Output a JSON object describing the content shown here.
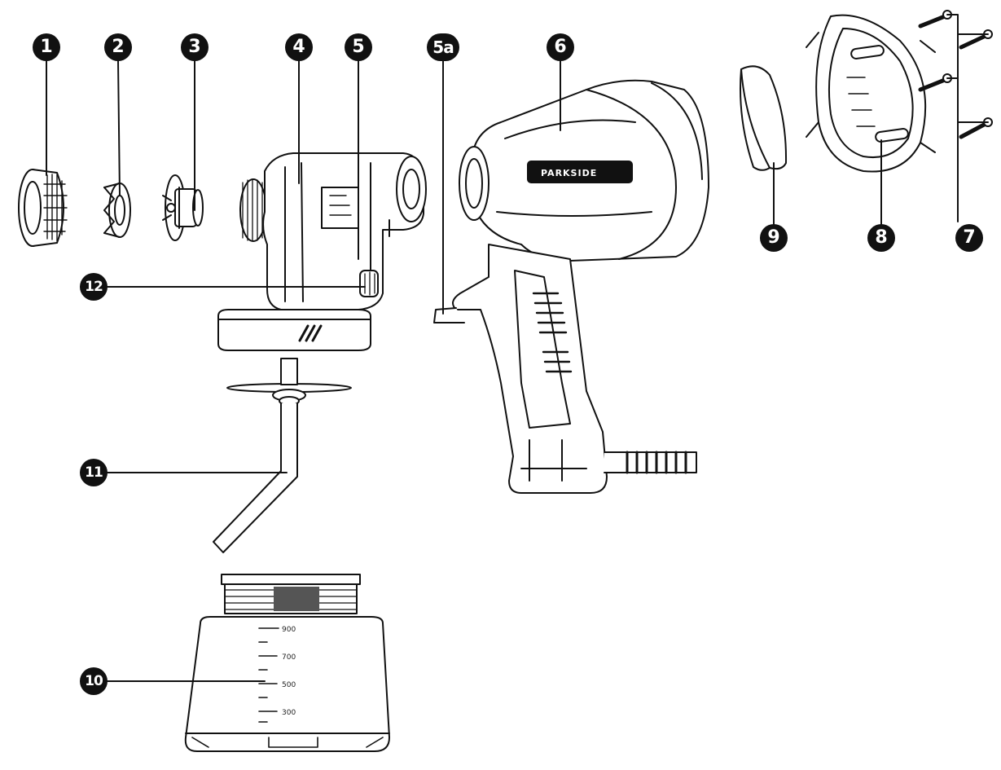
{
  "callouts": [
    {
      "id": "1",
      "label": "1"
    },
    {
      "id": "2",
      "label": "2"
    },
    {
      "id": "3",
      "label": "3"
    },
    {
      "id": "4",
      "label": "4"
    },
    {
      "id": "5",
      "label": "5"
    },
    {
      "id": "5a",
      "label": "5a"
    },
    {
      "id": "6",
      "label": "6"
    },
    {
      "id": "7",
      "label": "7"
    },
    {
      "id": "8",
      "label": "8"
    },
    {
      "id": "9",
      "label": "9"
    },
    {
      "id": "10",
      "label": "10"
    },
    {
      "id": "11",
      "label": "11"
    },
    {
      "id": "12",
      "label": "12"
    }
  ],
  "brand_label": "PARKSIDE",
  "container_scale": [
    "900",
    "700",
    "500",
    "300"
  ],
  "colors": {
    "ink": "#111111",
    "fill": "#ffffff",
    "shade": "#d8d8d8"
  }
}
